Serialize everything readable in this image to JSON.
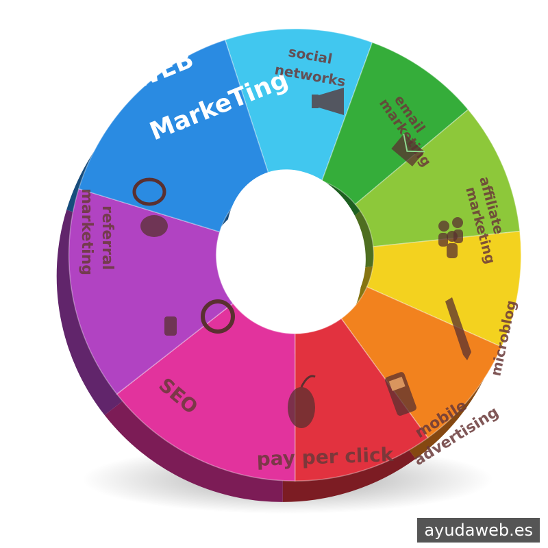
{
  "title": {
    "line1": "WEB",
    "line2": "MarkeTing"
  },
  "segments": [
    {
      "id": "social",
      "label1": "social",
      "label2": "networks",
      "color": "#41c7ef",
      "icon": "megaphone-icon"
    },
    {
      "id": "email",
      "label1": "email",
      "label2": "marketing",
      "color": "#35ad3a",
      "icon": "envelope-icon"
    },
    {
      "id": "affiliate",
      "label1": "affiliate",
      "label2": "marketing",
      "color": "#8dc83a",
      "icon": "people-group-icon"
    },
    {
      "id": "microblog",
      "label1": "microblog",
      "label2": "",
      "color": "#f3d21f",
      "icon": "pencil-icon"
    },
    {
      "id": "mobile",
      "label1": "mobile",
      "label2": "advertising",
      "color": "#f2821e",
      "icon": "mobile-phone-icon"
    },
    {
      "id": "ppc",
      "label1": "pay per click",
      "label2": "",
      "color": "#e2323f",
      "icon": "mouse-icon"
    },
    {
      "id": "seo",
      "label1": "SEO",
      "label2": "",
      "color": "#e2339d",
      "icon": "magnifier-icon"
    },
    {
      "id": "referral",
      "label1": "referral",
      "label2": "marketing",
      "color": "#b143c2",
      "icon": "speech-bubbles-icon"
    },
    {
      "id": "web",
      "label1": "",
      "label2": "",
      "color": "#2a8be2",
      "icon": ""
    }
  ],
  "watermark": "ayudaweb.es"
}
